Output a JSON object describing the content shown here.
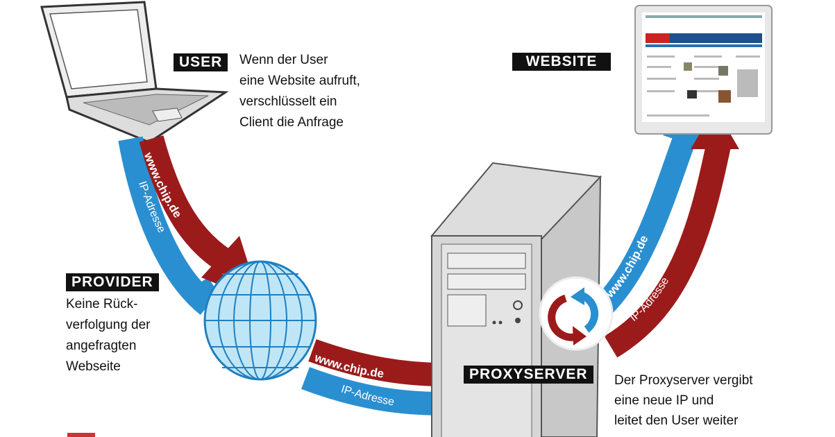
{
  "user": {
    "label": "USER",
    "lines": [
      "Wenn der User",
      "eine Website aufruft,",
      "verschlüsselt ein",
      "Client die Anfrage"
    ]
  },
  "provider": {
    "label": "PROVIDER",
    "lines": [
      "Keine Rück-",
      "verfolgung der",
      "angefragten",
      "Webseite"
    ]
  },
  "proxy": {
    "label": "PROXYSERVER",
    "lines": [
      "Der Proxyserver vergibt",
      "eine neue IP und",
      "leitet den User weiter"
    ]
  },
  "website": {
    "label": "WEBSITE"
  },
  "arrows": {
    "url": "www.chip.de",
    "ip": "IP-Adresse"
  },
  "colors": {
    "red": "#9b1b1b",
    "blue": "#2a8fd0",
    "globe": "#bfe6f7",
    "server": "#d6d6d6"
  }
}
